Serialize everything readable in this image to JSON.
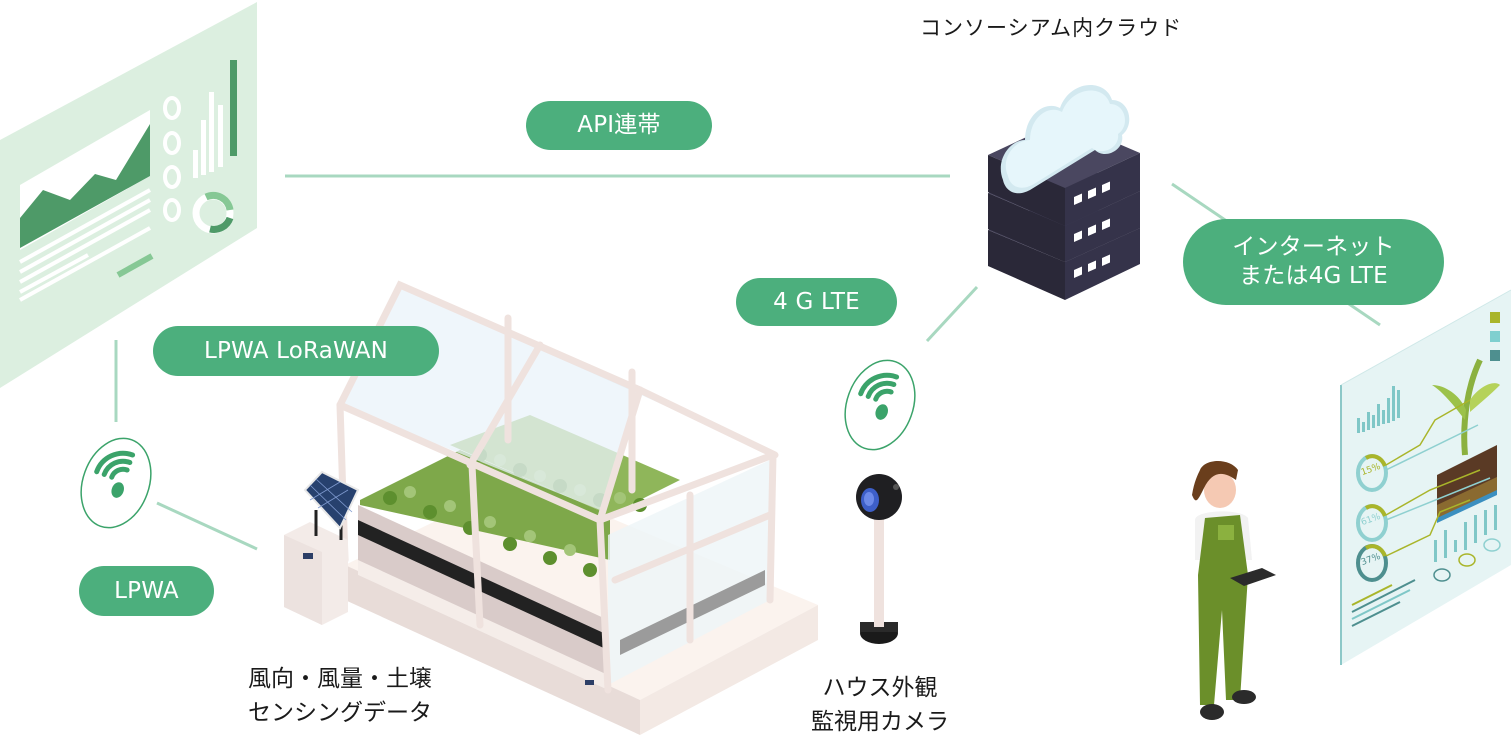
{
  "diagram": {
    "cloud_title": "コンソーシアム内クラウド",
    "links": {
      "api": "API連帯",
      "lorawan": "LPWA LoRaWAN",
      "lte": "4 G LTE",
      "internet_line1": "インターネット",
      "internet_line2": "または4G LTE",
      "lpwa": "LPWA"
    },
    "captions": {
      "sensor": "風向・風量・土壌\nセンシングデータ",
      "camera": "ハウス外観\n監視用カメラ"
    },
    "right_dashboard": {
      "gauges": [
        "15%",
        "61%",
        "37%"
      ],
      "legend_colors": [
        "#a9b52a",
        "#7fcfcf",
        "#4e8f8f"
      ]
    },
    "colors": {
      "pill_green": "#4caf7d",
      "connector": "#a8d8c0",
      "left_panel": "#dcefe0",
      "chart_dark": "#4e9a68",
      "server": "#35334a",
      "cloud": "#e6f6fb"
    }
  }
}
